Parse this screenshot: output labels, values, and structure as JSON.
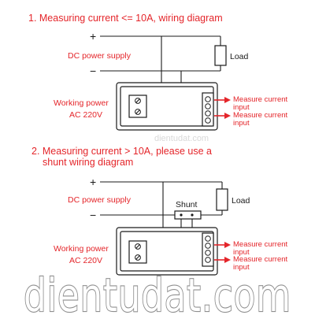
{
  "diagram1": {
    "title": "1. Measuring current <= 10A, wiring diagram",
    "dc_label": "DC power supply",
    "plus": "+",
    "minus": "−",
    "load": "Load",
    "working_power": "Working power",
    "ac": "AC 220V",
    "measure1_line1": "Measure current",
    "measure1_line2": "input",
    "measure2_line1": "Measure current",
    "measure2_line2": "input"
  },
  "diagram2": {
    "title_line1": "2. Measuring current > 10A, please use a",
    "title_line2": "shunt wiring diagram",
    "dc_label": "DC power supply",
    "plus": "+",
    "minus": "−",
    "shunt": "Shunt",
    "load": "Load",
    "working_power": "Working power",
    "ac": "AC 220V",
    "measure1_line1": "Measure current",
    "measure1_line2": "input",
    "measure2_line1": "Measure current",
    "measure2_line2": "input"
  },
  "watermark": {
    "small": "dientudat.com",
    "large": "dientudat.com"
  }
}
